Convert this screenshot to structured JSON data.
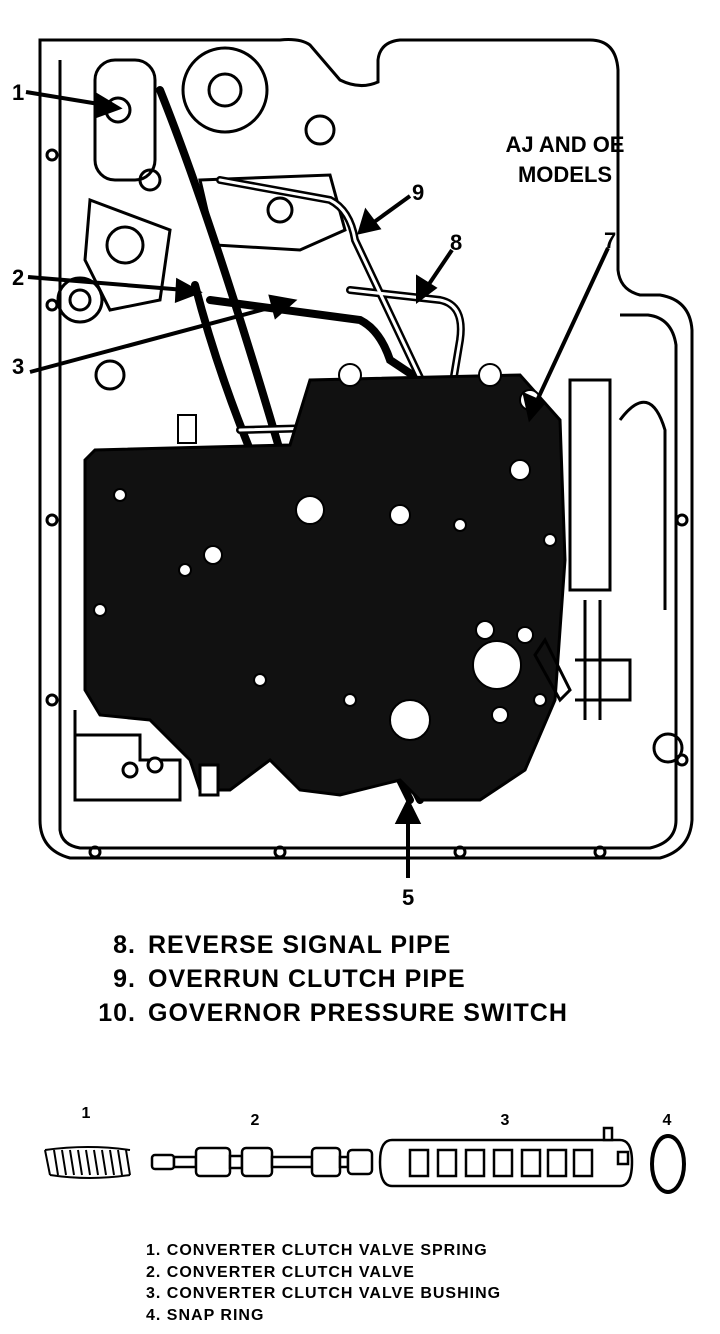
{
  "model_title": [
    "AJ AND OE",
    "MODELS"
  ],
  "callouts": [
    "1",
    "2",
    "3",
    "9",
    "8",
    "7",
    "5"
  ],
  "legend_top": [
    {
      "num": "8.",
      "text": "REVERSE SIGNAL PIPE"
    },
    {
      "num": "9.",
      "text": "OVERRUN CLUTCH PIPE"
    },
    {
      "num": "10.",
      "text": "GOVERNOR PRESSURE SWITCH"
    }
  ],
  "part_numbers": [
    "1",
    "2",
    "3",
    "4"
  ],
  "legend_bottom": [
    "1. CONVERTER CLUTCH VALVE SPRING",
    "2. CONVERTER CLUTCH VALVE",
    "3. CONVERTER CLUTCH VALVE BUSHING",
    "4. SNAP RING"
  ]
}
